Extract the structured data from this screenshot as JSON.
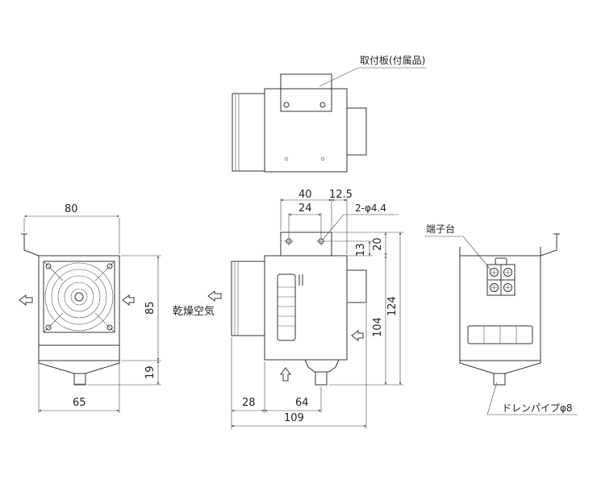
{
  "labels": {
    "mounting_plate": "取付板(付属品)",
    "dry_air": "乾燥空気",
    "terminal_block": "端子台",
    "drain_pipe": "ドレンパイプφ8",
    "hole_spec": "2-φ4.4"
  },
  "dimensions": {
    "front_width_top": "80",
    "front_height": "85",
    "front_drain_height": "19",
    "front_width_bottom": "65",
    "side_bracket_width": "40",
    "side_bracket_offset": "12.5",
    "side_hole_spacing": "24",
    "side_bracket_height": "20",
    "side_hole_height": "13",
    "side_body_height": "104",
    "side_total_height": "124",
    "side_inlet_length": "28",
    "side_body_depth": "64",
    "side_total_length": "109"
  }
}
